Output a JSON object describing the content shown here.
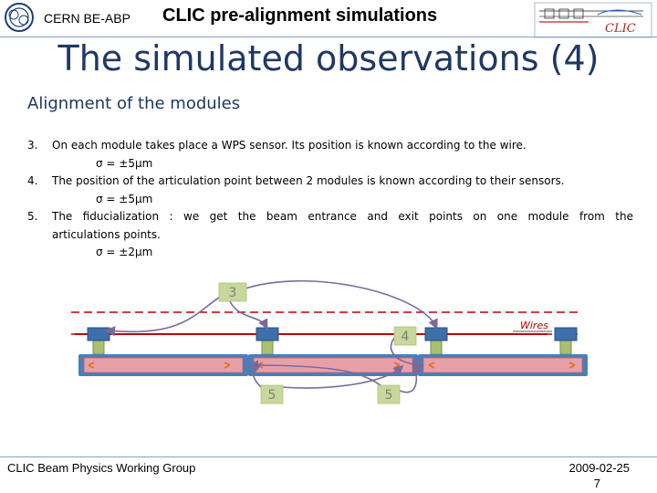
{
  "header": {
    "org": "CERN BE-ABP",
    "title": "CLIC pre-alignment simulations",
    "clic_logo_text": "CLIC"
  },
  "slide": {
    "title": "The simulated observations (4)",
    "section_heading": "Alignment of the modules"
  },
  "items": [
    {
      "num": "3.",
      "text": "On each module takes place a WPS sensor. Its position is known according to the wire.",
      "sigma": "σ = ±5μm"
    },
    {
      "num": "4.",
      "text": "The position of the articulation point between 2 modules is known according to their sensors.",
      "sigma": "σ = ±5μm"
    },
    {
      "num": "5.",
      "text_line1": "The fiducialization : we get the beam entrance and exit points on one module from the",
      "text_line2": "articulations points.",
      "sigma": "σ = ±2μm"
    }
  ],
  "diagram": {
    "markers": [
      "3",
      "4",
      "5",
      "5"
    ],
    "wires_label": "Wires",
    "colors": {
      "wire": "#c00000",
      "module_fill": "#e8a0a8",
      "module_border": "#4a7eb8",
      "sensor": "#3d6fa8",
      "support": "#a8c070",
      "arrow": "#7a6a9a",
      "marker_fill": "#c8d89c",
      "marker_text": "#7f7f7f",
      "articulation": "#e07020"
    }
  },
  "footer": {
    "group": "CLIC Beam Physics Working Group",
    "date": "2009-02-25",
    "page": "7"
  }
}
